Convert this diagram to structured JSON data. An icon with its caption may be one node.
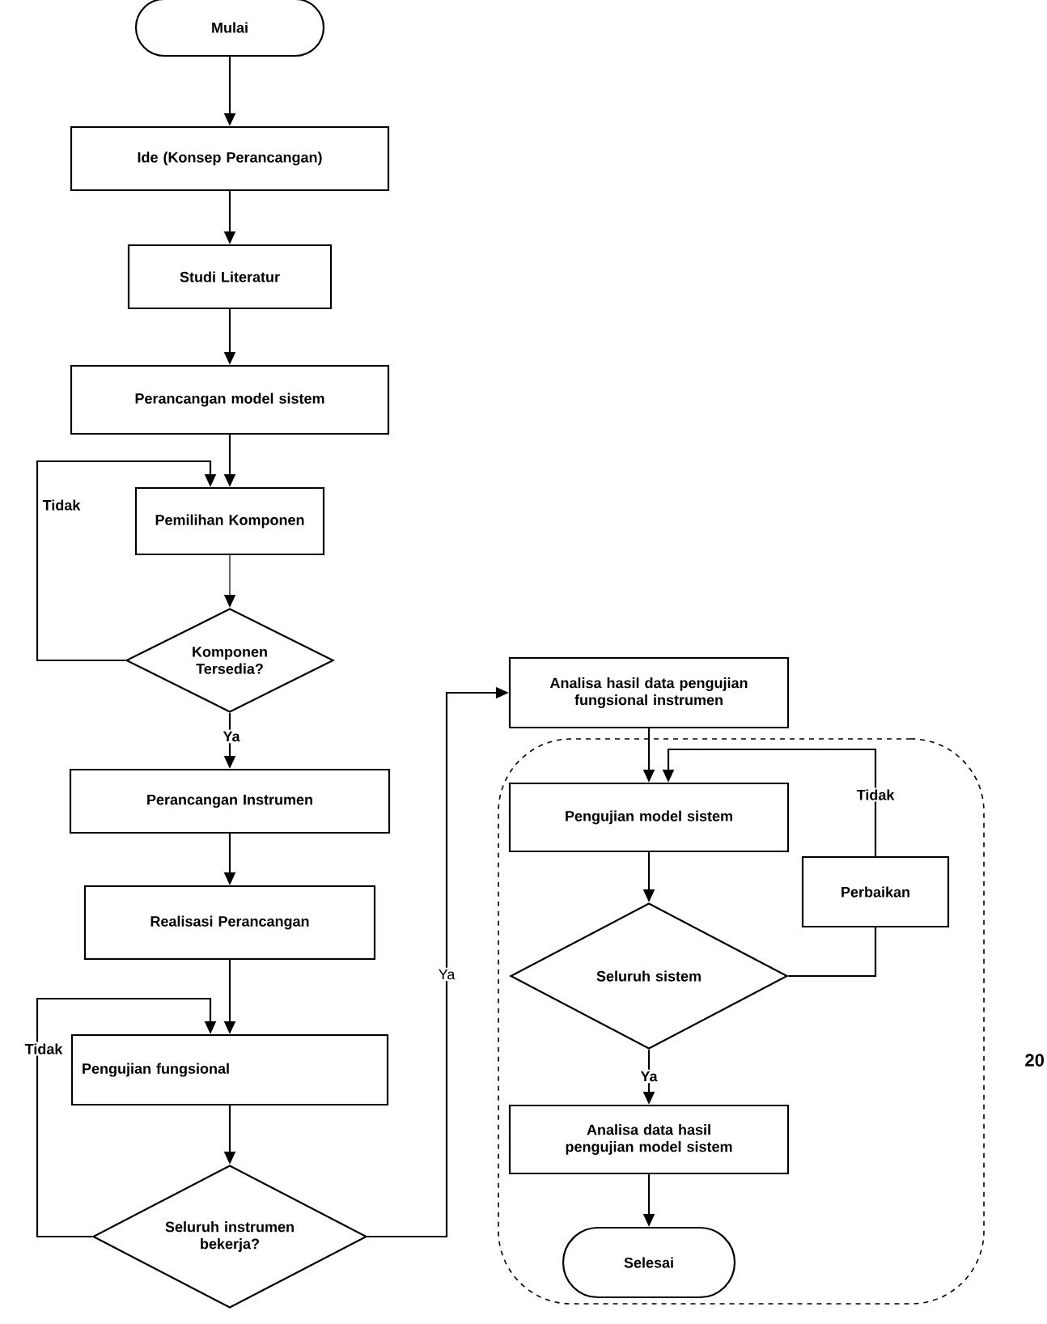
{
  "diagram": {
    "nodes": [
      {
        "text": [
          "Mulai"
        ]
      },
      {
        "text": [
          "Ide (Konsep Perancangan)"
        ]
      },
      {
        "text": [
          "Studi Literatur"
        ]
      },
      {
        "text": [
          "Perancangan model sistem"
        ]
      },
      {
        "text": [
          "Pemilihan Komponen"
        ]
      },
      {
        "text": [
          "Komponen Tersedia?"
        ]
      },
      {
        "text": [
          "Perancangan Instrumen"
        ]
      },
      {
        "text": [
          "Realisasi Perancangan"
        ]
      },
      {
        "text": [
          "Pengujian  fungsional"
        ]
      },
      {
        "text": [
          "Seluruh instrumen bekerja?"
        ]
      },
      {
        "text": [
          "Analisa hasil data pengujian fungsional instrumen"
        ]
      },
      {
        "text": [],
        "shape": "box"
      },
      {
        "text": [
          "Pengujian model sistem"
        ],
        "in": 11
      },
      {
        "text": [
          "Perbaikan"
        ],
        "in": 11
      },
      {
        "text": [
          "Seluruh sistem"
        ],
        "in": 11
      },
      {
        "text": [
          "Analisa data hasil pengujian model sistem"
        ],
        "in": 11
      },
      {
        "text": [
          "Selesai"
        ],
        "in": 11
      }
    ],
    "edges": [
      {
        "from": 0,
        "to": 1,
        "arrow": "to"
      },
      {
        "from": 1,
        "to": 2,
        "arrow": "to"
      },
      {
        "from": 2,
        "to": 3,
        "arrow": "to"
      },
      {
        "from": 3,
        "to": 4,
        "arrow": "to"
      },
      {
        "from": 4,
        "to": 5,
        "arrow": "to"
      },
      {
        "from": 5,
        "to": 4,
        "arrow": "to",
        "label": "Tidak"
      },
      {
        "from": 5,
        "to": 6,
        "arrow": "to",
        "label": "Ya"
      },
      {
        "from": 6,
        "to": 7,
        "arrow": "to"
      },
      {
        "from": 7,
        "to": 8,
        "arrow": "to"
      },
      {
        "from": 8,
        "to": 9,
        "arrow": "to"
      },
      {
        "from": 9,
        "to": 8,
        "arrow": "to",
        "label": "Tidak"
      },
      {
        "from": 9,
        "to": 10,
        "arrow": "to",
        "label": "Ya"
      },
      {
        "from": 10,
        "to": 12,
        "arrow": "to"
      },
      {
        "from": 12,
        "to": 14,
        "arrow": "to"
      },
      {
        "from": 14,
        "to": 13,
        "arrow": "none"
      },
      {
        "from": 13,
        "to": 12,
        "arrow": "to",
        "label": "Tidak"
      },
      {
        "from": 14,
        "to": 15,
        "arrow": "to",
        "label": "Ya"
      },
      {
        "from": 15,
        "to": 16,
        "arrow": "to"
      }
    ],
    "labels": [
      "20"
    ]
  }
}
